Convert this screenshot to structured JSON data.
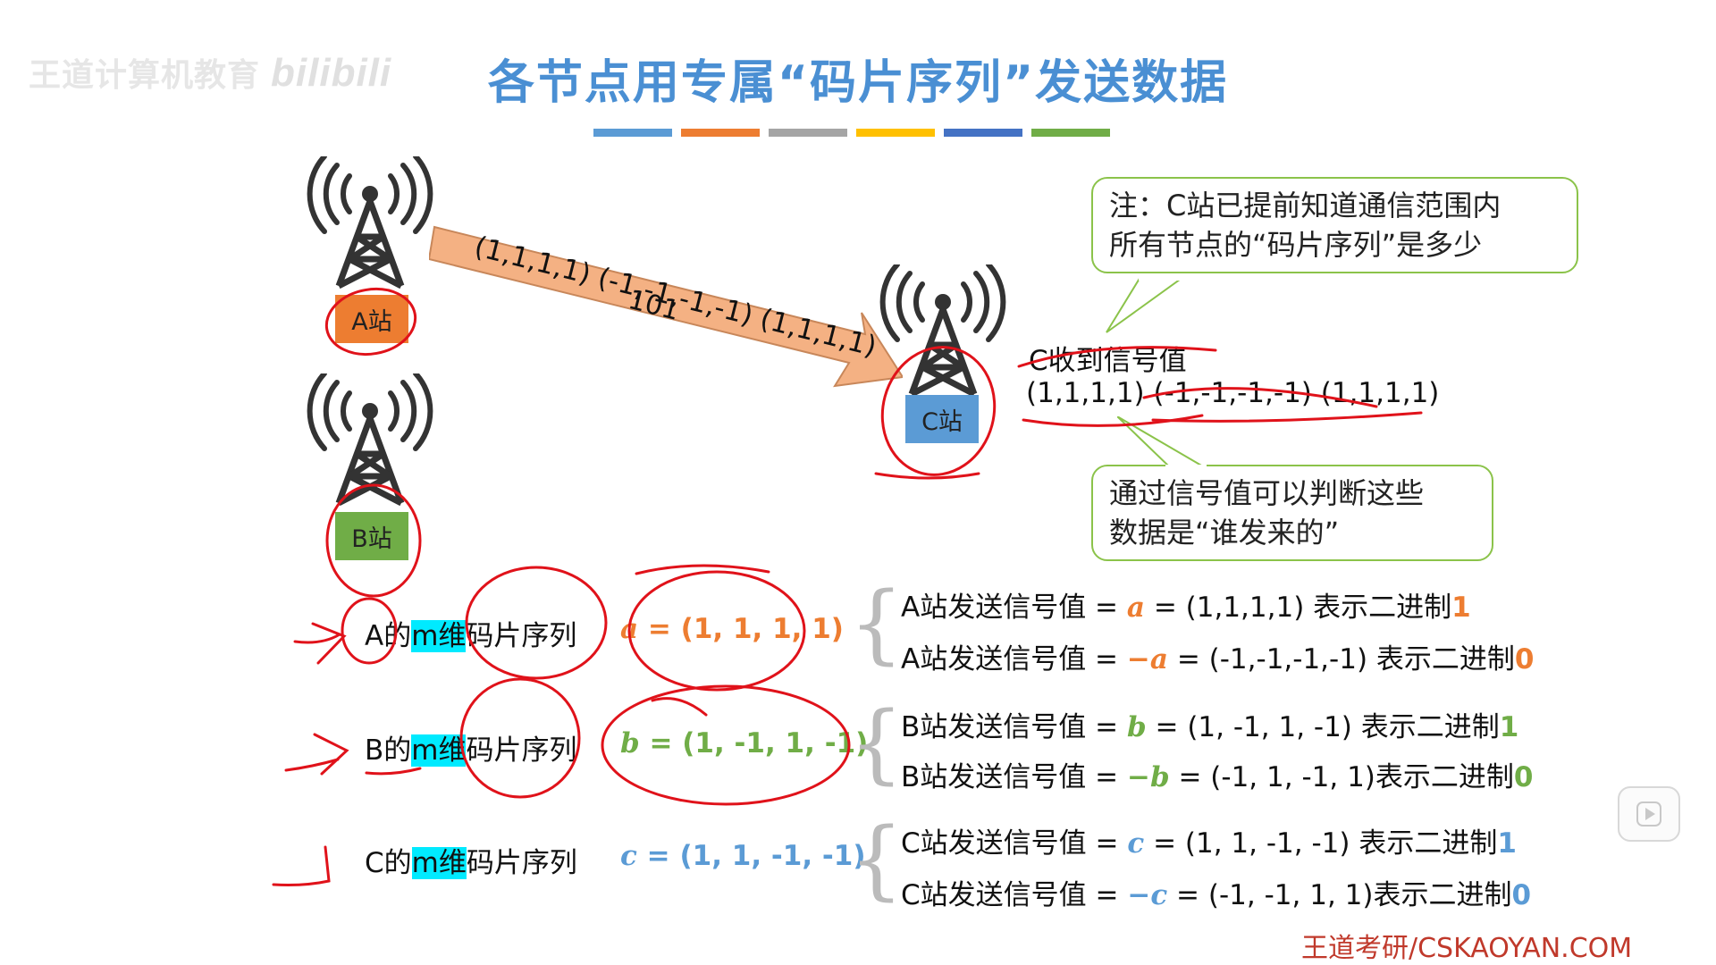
{
  "watermark": {
    "text": "王道计算机教育",
    "logo": "bilibili"
  },
  "title": "各节点用专属“码片序列”发送数据",
  "accent_bars": [
    "#5b9bd5",
    "#ed7d31",
    "#a5a5a5",
    "#ffc000",
    "#4472c4",
    "#70ad47"
  ],
  "stations": {
    "a": {
      "label": "A站",
      "color": "#ed7d31"
    },
    "b": {
      "label": "B站",
      "color": "#70ad47"
    },
    "c": {
      "label": "C站",
      "color": "#5b9bd5"
    }
  },
  "arrow": {
    "sequence": "(1,1,1,1) (-1,-1,-1,-1) (1,1,1,1)",
    "bits": "101",
    "color": "#f4b183"
  },
  "note_callout": {
    "line1": "注：C站已提前知道通信范围内",
    "line2": "所有节点的“码片序列”是多少"
  },
  "received": {
    "label": "C收到信号值",
    "values": "(1,1,1,1) (-1,-1,-1,-1) (1,1,1,1)"
  },
  "judge_callout": {
    "line1": "通过信号值可以判断这些",
    "line2": "数据是“谁发来的”"
  },
  "chip_rows": [
    {
      "prefix": "A的",
      "m": "m维",
      "suffix": "码片序列",
      "vec": "a",
      "value": " = (1, 1, 1, 1)",
      "color": "#ed7d31"
    },
    {
      "prefix": "B的",
      "m": "m维",
      "suffix": "码片序列",
      "vec": "b",
      "value": " = (1, -1, 1, -1)",
      "color": "#70ad47"
    },
    {
      "prefix": "C的",
      "m": "m维",
      "suffix": "码片序列",
      "vec": "c",
      "value": " = (1, 1, -1, -1)",
      "color": "#5b9bd5"
    }
  ],
  "send_lines": [
    {
      "lead": "A站发送信号值 = ",
      "sign": "",
      "vec": "a",
      "rest": " =  (1,1,1,1) 表示二进制",
      "bit": "1",
      "color": "#ed7d31"
    },
    {
      "lead": "A站发送信号值 = ",
      "sign": "−",
      "vec": "a",
      "rest": " = (-1,-1,-1,-1) 表示二进制",
      "bit": "0",
      "color": "#ed7d31"
    },
    {
      "lead": "B站发送信号值 = ",
      "sign": "",
      "vec": "b",
      "rest": " = (1, -1, 1, -1) 表示二进制",
      "bit": "1",
      "color": "#70ad47"
    },
    {
      "lead": "B站发送信号值 = ",
      "sign": "−",
      "vec": "b",
      "rest": " = (-1, 1, -1, 1)表示二进制",
      "bit": "0",
      "color": "#70ad47"
    },
    {
      "lead": "C站发送信号值 = ",
      "sign": "",
      "vec": "c",
      "rest": " = (1, 1, -1, -1) 表示二进制",
      "bit": "1",
      "color": "#5b9bd5"
    },
    {
      "lead": "C站发送信号值 = ",
      "sign": "−",
      "vec": "c",
      "rest": " = (-1, -1, 1, 1)表示二进制",
      "bit": "0",
      "color": "#5b9bd5"
    }
  ],
  "footer": "王道考研/CSKAOYAN.COM",
  "annotation_color": "#e0121a"
}
